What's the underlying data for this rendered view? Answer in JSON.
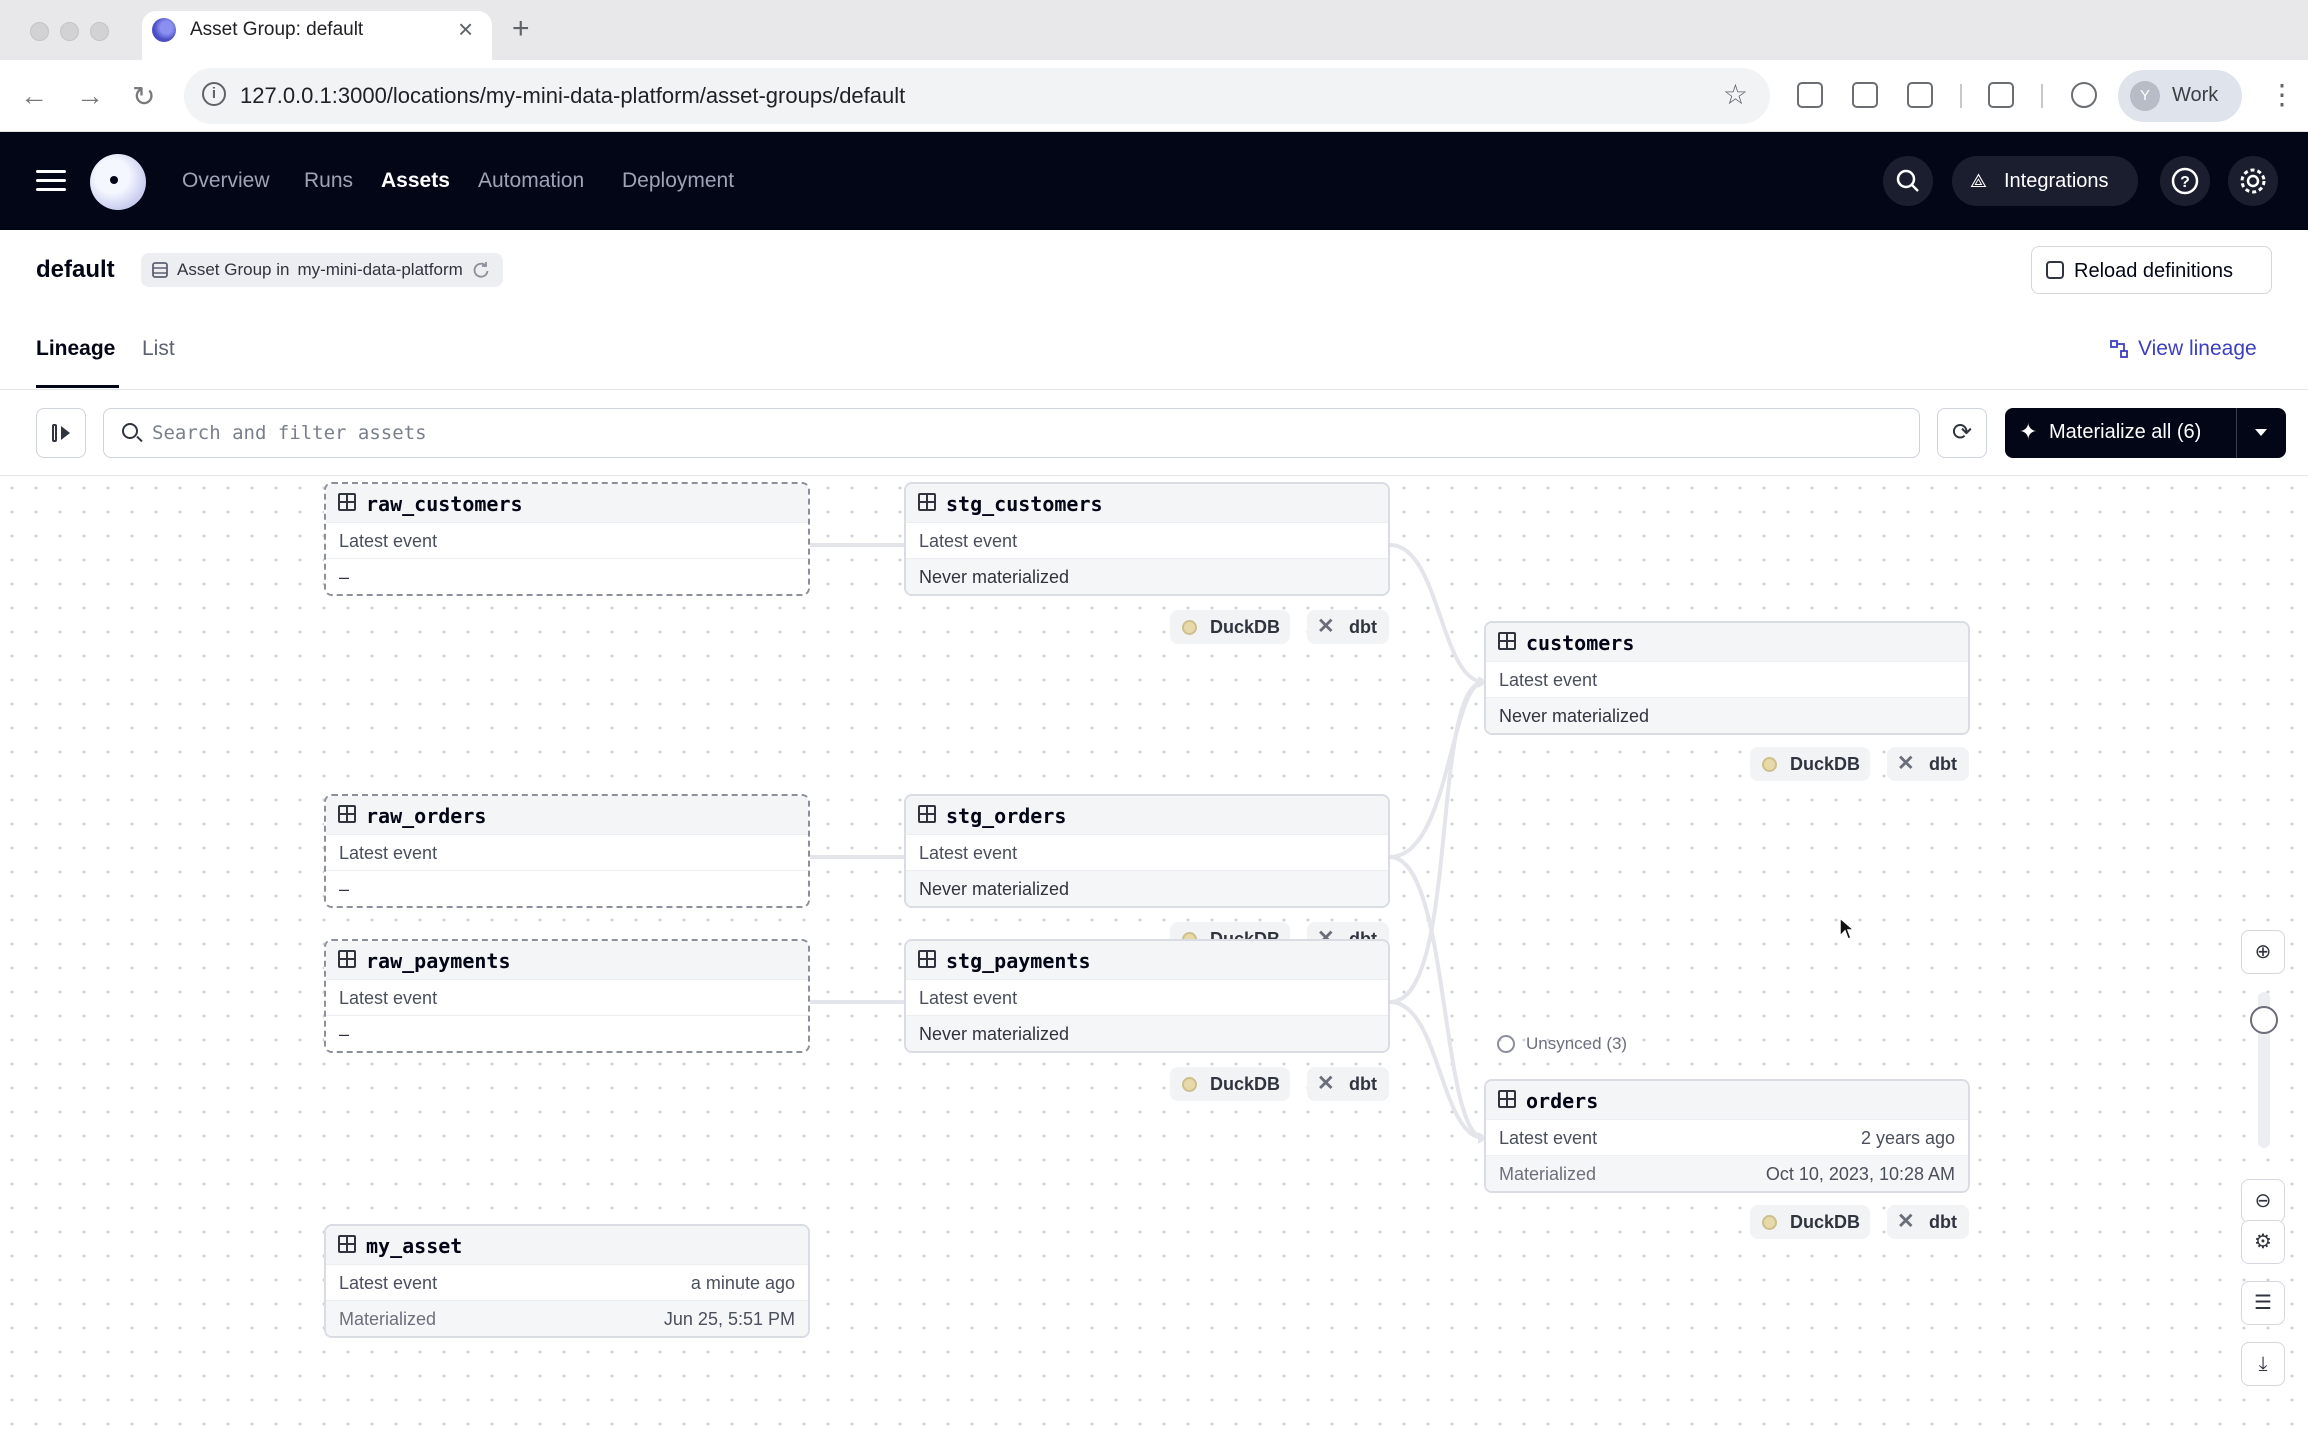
{
  "browser": {
    "tab_title": "Asset Group: default",
    "url": "127.0.0.1:3000/locations/my-mini-data-platform/asset-groups/default",
    "profile_initial": "Y",
    "profile_name": "Work"
  },
  "header": {
    "nav": [
      "Overview",
      "Runs",
      "Assets",
      "Automation",
      "Deployment"
    ],
    "active_nav": "Assets",
    "integrations_label": "Integrations",
    "background": "#030616"
  },
  "page": {
    "title": "default",
    "badge_prefix": "Asset Group in",
    "badge_location": "my-mini-data-platform",
    "reload_label": "Reload definitions",
    "tabs": [
      "Lineage",
      "List"
    ],
    "active_tab": "Lineage",
    "view_lineage_label": "View lineage"
  },
  "filter": {
    "placeholder": "Search and filter assets",
    "materialize_label": "Materialize all (6)"
  },
  "graph": {
    "nodes": {
      "raw_customers": {
        "name": "raw_customers",
        "row1_label": "Latest event",
        "row1_value": "",
        "row2_label": "–",
        "row2_value": ""
      },
      "stg_customers": {
        "name": "stg_customers",
        "row1_label": "Latest event",
        "row1_value": "",
        "row2_label": "Never materialized",
        "row2_value": ""
      },
      "customers": {
        "name": "customers",
        "row1_label": "Latest event",
        "row1_value": "",
        "row2_label": "Never materialized",
        "row2_value": ""
      },
      "raw_orders": {
        "name": "raw_orders",
        "row1_label": "Latest event",
        "row1_value": "",
        "row2_label": "–",
        "row2_value": ""
      },
      "stg_orders": {
        "name": "stg_orders",
        "row1_label": "Latest event",
        "row1_value": "",
        "row2_label": "Never materialized",
        "row2_value": ""
      },
      "raw_payments": {
        "name": "raw_payments",
        "row1_label": "Latest event",
        "row1_value": "",
        "row2_label": "–",
        "row2_value": ""
      },
      "stg_payments": {
        "name": "stg_payments",
        "row1_label": "Latest event",
        "row1_value": "",
        "row2_label": "Never materialized",
        "row2_value": ""
      },
      "orders": {
        "name": "orders",
        "row1_label": "Latest event",
        "row1_value": "2 years ago",
        "row2_label": "Materialized",
        "row2_value": "Oct 10, 2023, 10:28 AM"
      },
      "my_asset": {
        "name": "my_asset",
        "row1_label": "Latest event",
        "row1_value": "a minute ago",
        "row2_label": "Materialized",
        "row2_value": "Jun 25, 5:51 PM"
      }
    },
    "tags": {
      "duckdb": "DuckDB",
      "dbt": "dbt"
    },
    "unsynced_label": "Unsynced (3)"
  }
}
